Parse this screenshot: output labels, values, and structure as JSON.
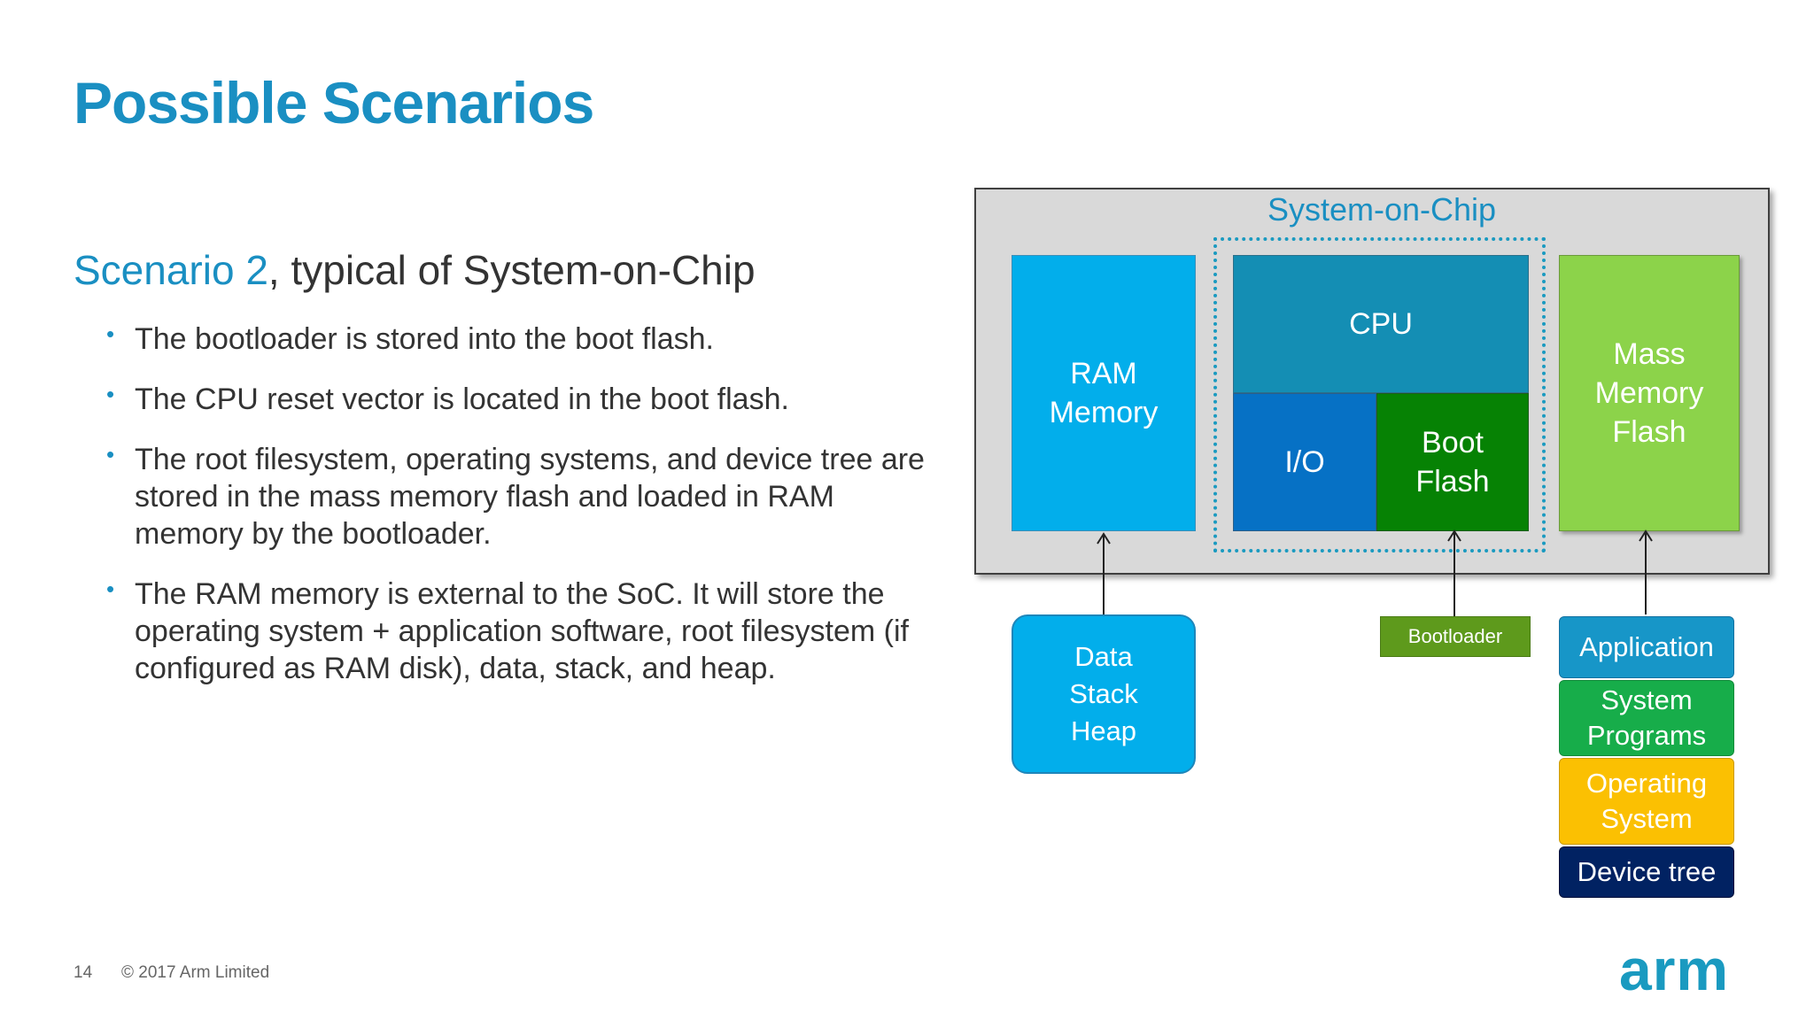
{
  "slide": {
    "title": "Possible Scenarios",
    "subtitle_accent": "Scenario 2",
    "subtitle_rest": ", typical of System-on-Chip",
    "bullets": [
      "The bootloader is stored into the boot flash.",
      "The CPU reset vector is located in the boot flash.",
      "The root filesystem, operating systems, and device tree are stored in the mass memory flash and loaded in RAM memory by the bootloader.",
      "The RAM memory is external to the SoC.  It will store the operating system + application software, root filesystem (if configured as RAM disk), data, stack, and heap."
    ]
  },
  "diagram": {
    "soc_label": "System-on-Chip",
    "ram": "RAM\nMemory",
    "cpu": "CPU",
    "io": "I/O",
    "boot_flash": "Boot\nFlash",
    "mass_memory": "Mass\nMemory\nFlash",
    "data_stack_heap": "Data\nStack\nHeap",
    "bootloader": "Bootloader",
    "stack": {
      "application": "Application",
      "system_programs": "System\nPrograms",
      "operating_system": "Operating\nSystem",
      "device_tree": "Device tree"
    },
    "colors": {
      "ram": "#02aeeb",
      "cpu": "#148eb4",
      "io": "#0671c5",
      "boot_flash": "#068204",
      "mass_memory": "#8cd34a",
      "bootloader": "#5e9a1c",
      "application": "#1796c8",
      "system_programs": "#17ad4a",
      "operating_system": "#fbc002",
      "device_tree": "#012262"
    }
  },
  "footer": {
    "page_number": "14",
    "copyright": "© 2017 Arm Limited",
    "logo_text": "arm"
  }
}
